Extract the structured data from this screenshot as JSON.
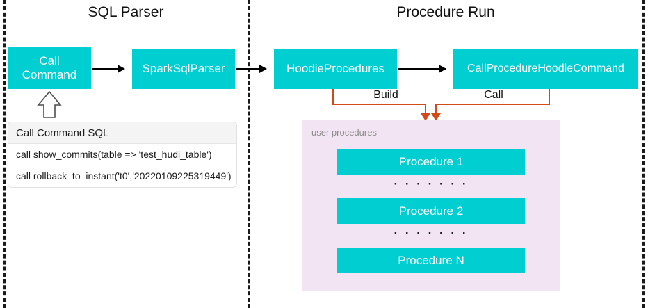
{
  "sections": [
    {
      "id": "sql-parser",
      "title": "SQL Parser"
    },
    {
      "id": "procedure-run",
      "title": "Procedure Run"
    }
  ],
  "nodes": {
    "call_command": "Call\nCommand",
    "spark_sql_parser": "SparkSqlParser",
    "hoodie_procedures": "HoodieProcedures",
    "call_procedure_hoodie_command": "CallProcedureHoodieCommand"
  },
  "edges": {
    "build_label": "Build",
    "call_label": "Call"
  },
  "sql_table": {
    "header": "Call Command SQL",
    "rows": [
      "call show_commits(table => 'test_hudi_table')",
      "call rollback_to_instant('t0','20220109225319449')"
    ]
  },
  "user_procedures": {
    "label": "user procedures",
    "items": [
      {
        "label": "Procedure 1"
      },
      {
        "label": "Procedure 2"
      },
      {
        "label": "Procedure N"
      }
    ],
    "separator": "· · · · · · ·"
  },
  "colors": {
    "node_fill": "#00CED1",
    "node_text": "#FFFFFF",
    "panel_fill": "#F2E4F3",
    "edge_orange": "#D2491A",
    "edge_black": "#000000",
    "divider": "#1A1A1A"
  }
}
